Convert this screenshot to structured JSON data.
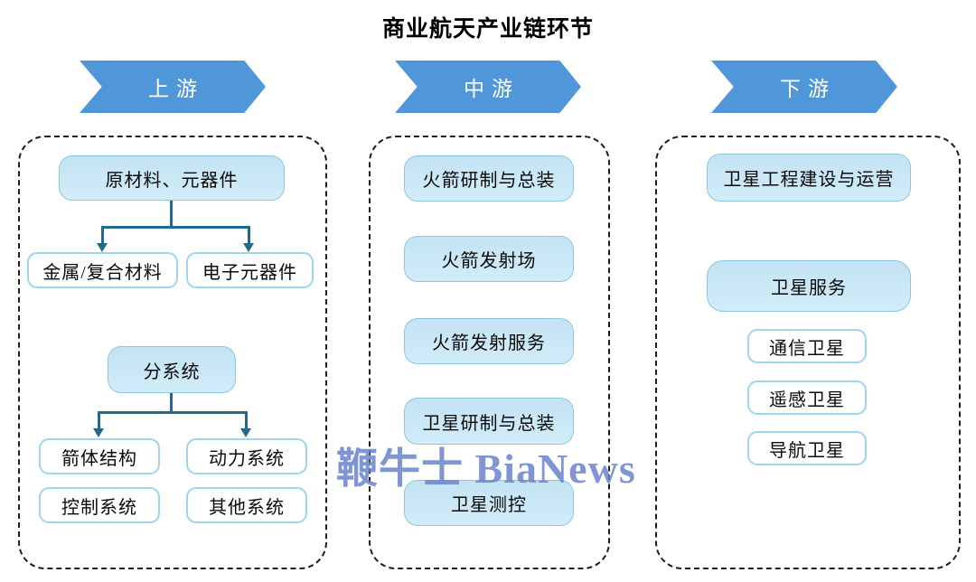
{
  "title": "商业航天产业链环节",
  "watermark": "鞭牛士 BiaNews",
  "colors": {
    "banner_blue": "#4f97d8",
    "box_fill": "#cbe8f6",
    "box_border": "#8cc7e2",
    "white_box_border": "#9fd6ef",
    "connector": "#226a8d",
    "dashed_border": "#1f1f1f",
    "watermark_blue": "#6a82cd"
  },
  "upstream": {
    "header": "上游",
    "materials": {
      "parent": "原材料、元器件",
      "children": [
        "金属/复合材料",
        "电子元器件"
      ]
    },
    "subsystems": {
      "parent": "分系统",
      "children": [
        "箭体结构",
        "动力系统",
        "控制系统",
        "其他系统"
      ]
    }
  },
  "midstream": {
    "header": "中游",
    "items": [
      "火箭研制与总装",
      "火箭发射场",
      "火箭发射服务",
      "卫星研制与总装",
      "卫星测控"
    ]
  },
  "downstream": {
    "header": "下游",
    "primary": "卫星工程建设与运营",
    "secondary": "卫星服务",
    "satellites": [
      "通信卫星",
      "遥感卫星",
      "导航卫星"
    ]
  }
}
